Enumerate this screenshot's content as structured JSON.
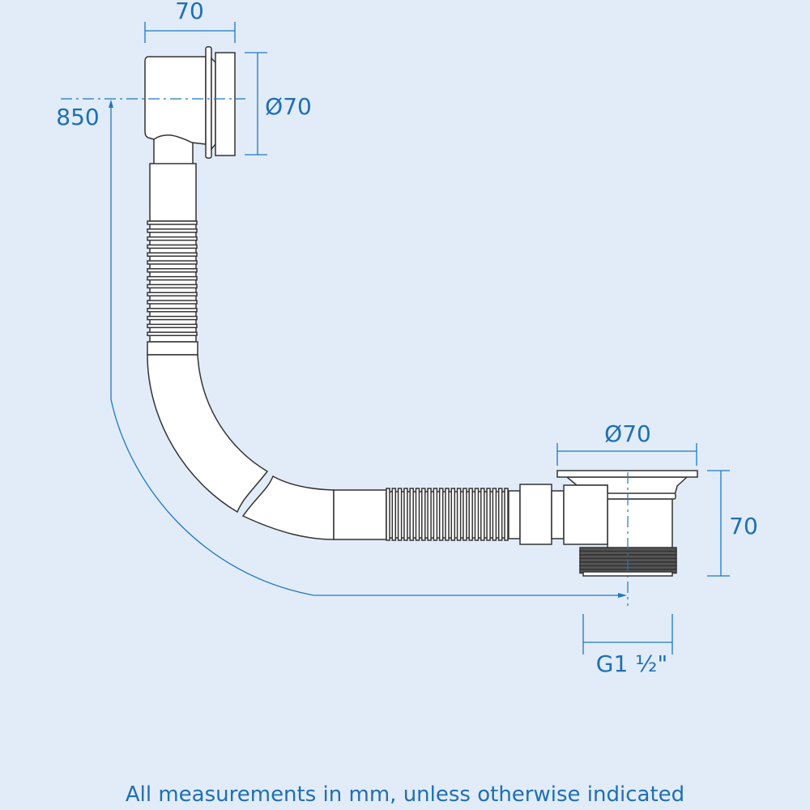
{
  "dimensions": {
    "top_width": "70",
    "top_diameter": "Ø70",
    "height": "850",
    "waste_diameter": "Ø70",
    "waste_height": "70",
    "thread": "G1 ½\""
  },
  "footer_note": "All measurements in mm, unless otherwise indicated",
  "colors": {
    "background": "#e1ecf8",
    "dimension": "#1f78c1",
    "outline": "#333333"
  }
}
